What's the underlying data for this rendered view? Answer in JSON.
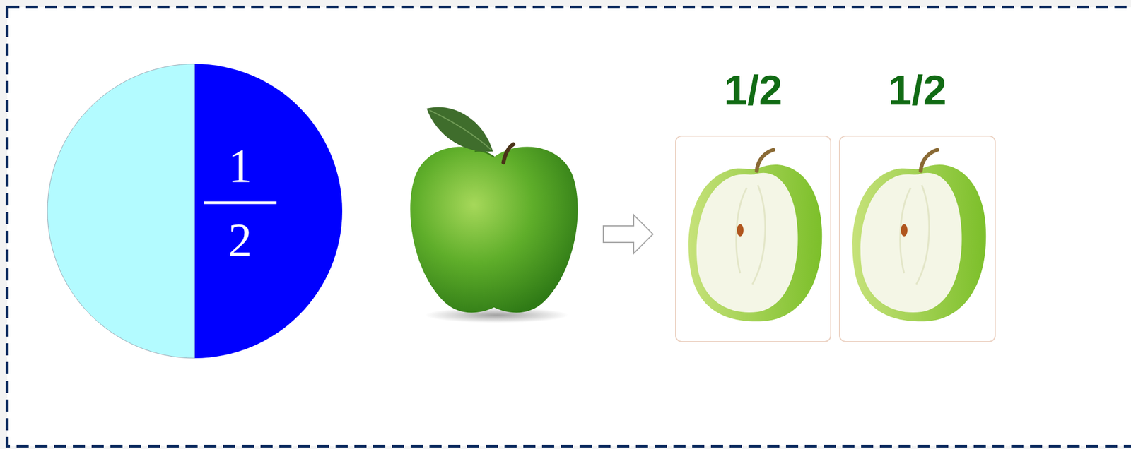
{
  "diagram": {
    "nodes": [
      {
        "text": [
          "1",
          "2"
        ]
      },
      {
        "text": [
          "1/2"
        ]
      },
      {
        "text": [
          "1/2"
        ]
      }
    ]
  }
}
